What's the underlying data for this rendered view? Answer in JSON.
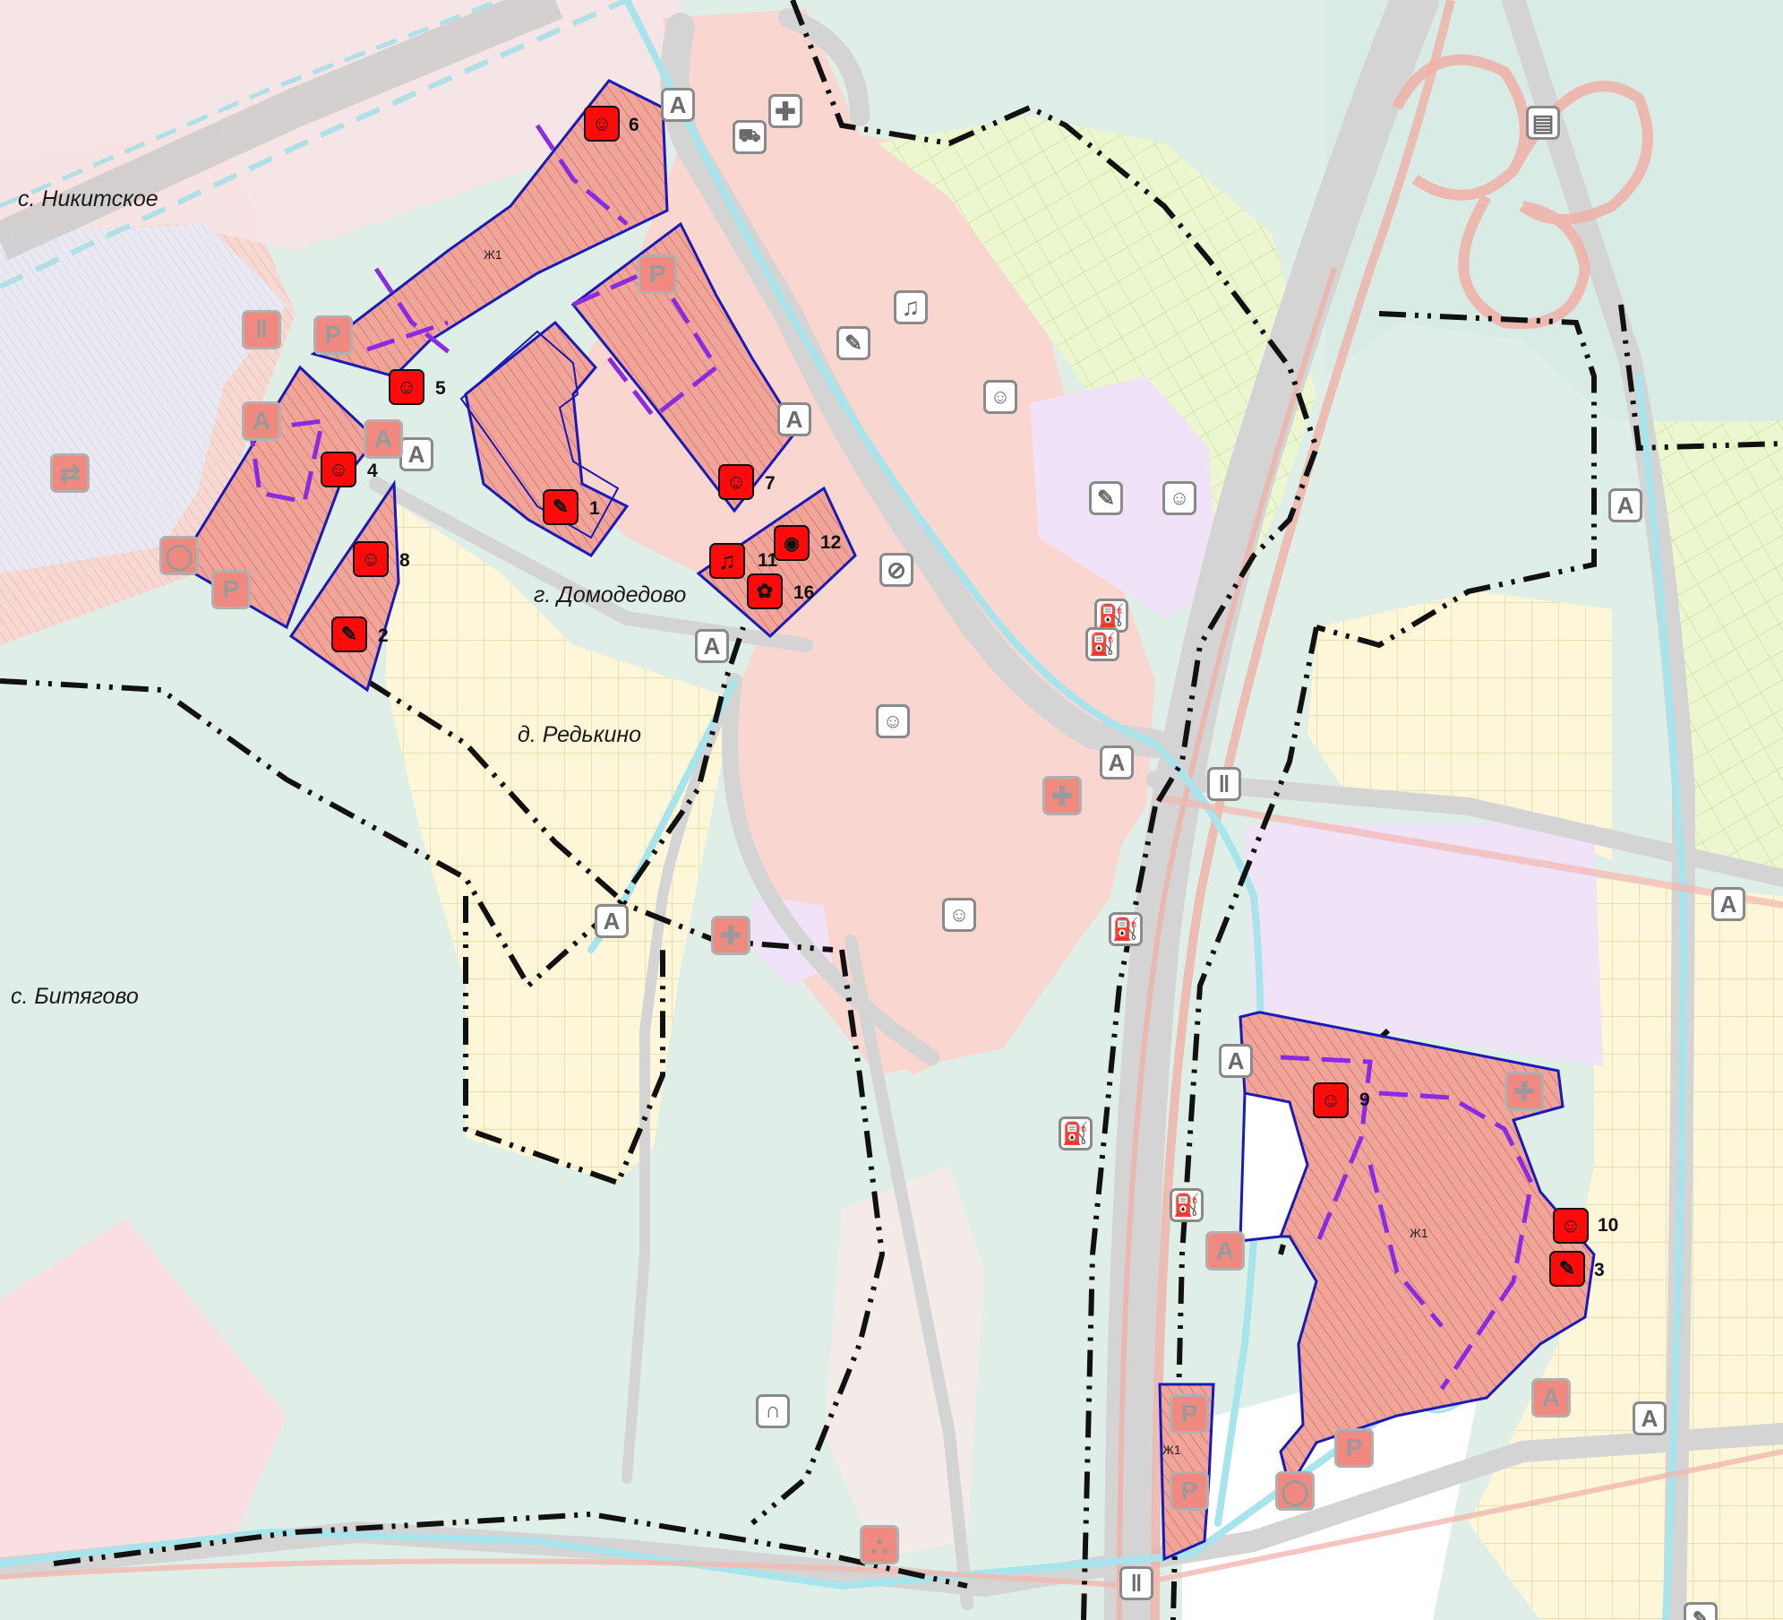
{
  "places": {
    "nikitskoe": "с. Никитское",
    "domodedovo": "г. Домодедово",
    "redkino": "д. Редькино",
    "bityagovo": "с. Битягово"
  },
  "zones": {
    "zh1": "Ж1"
  },
  "markers": {
    "bus_stop_letter": "A",
    "parking_letter": "P"
  },
  "objects": {
    "n1": "1",
    "n2": "2",
    "n3": "3",
    "n4": "4",
    "n5": "5",
    "n6": "6",
    "n7": "7",
    "n8": "8",
    "n9": "9",
    "n10": "10",
    "n11": "11",
    "n12": "12",
    "n16": "16"
  },
  "colors": {
    "residential_zone": "#f7d9d3",
    "planned_zone_fill": "#f0a59a",
    "planned_zone_border": "#1a1ab8",
    "purple_dashed": "#8a2be2",
    "forest": "#dfeee6",
    "road": "#d0d0d0",
    "marker_red": "#ff0a0a"
  },
  "icons": [
    "kindergarten-icon",
    "school-icon",
    "music-icon",
    "cinema-icon",
    "stadium-icon",
    "hospital-icon",
    "ambulance-icon",
    "fuel-icon",
    "bus-stop-icon",
    "parking-icon",
    "bridge-icon",
    "highway-icon",
    "fire-station-icon",
    "tunnel-icon"
  ]
}
